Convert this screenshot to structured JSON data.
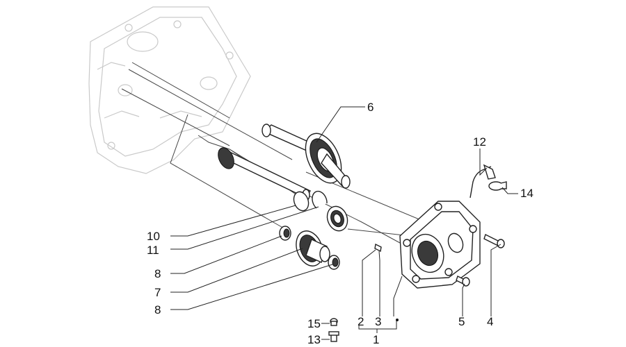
{
  "callouts": [
    {
      "id": "c6",
      "text": "6"
    },
    {
      "id": "c12",
      "text": "12"
    },
    {
      "id": "c14",
      "text": "14"
    },
    {
      "id": "c10",
      "text": "10"
    },
    {
      "id": "c11",
      "text": "11"
    },
    {
      "id": "c8a",
      "text": "8"
    },
    {
      "id": "c7",
      "text": "7"
    },
    {
      "id": "c8b",
      "text": "8"
    },
    {
      "id": "c2",
      "text": "2"
    },
    {
      "id": "c3",
      "text": "3"
    },
    {
      "id": "c1",
      "text": "1"
    },
    {
      "id": "c5",
      "text": "5"
    },
    {
      "id": "c4",
      "text": "4"
    },
    {
      "id": "c15",
      "text": "15"
    },
    {
      "id": "c13",
      "text": "13"
    }
  ],
  "colors": {
    "line": "#222222",
    "ghost": "#c9c9c9",
    "background": "#ffffff"
  }
}
